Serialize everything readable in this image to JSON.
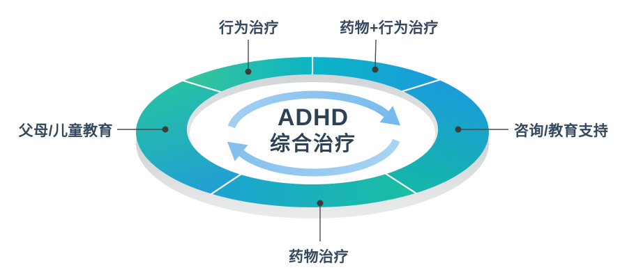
{
  "diagram": {
    "title": {
      "line1": "ADHD",
      "line2": "综合治疗"
    },
    "labels": {
      "behavior_therapy": "行为治疗",
      "medication_plus_behavior": "药物+行为治疗",
      "counseling_education_support": "咨询/教育支持",
      "medication_therapy": "药物治疗",
      "parent_child_education": "父母/儿童教育"
    },
    "segments": [
      {
        "label": "行为治疗",
        "position": "top-left"
      },
      {
        "label": "药物+行为治疗",
        "position": "top-right"
      },
      {
        "label": "咨询/教育支持",
        "position": "right"
      },
      {
        "label": "药物治疗",
        "position": "bottom"
      },
      {
        "label": "父母/儿童教育",
        "position": "left"
      }
    ],
    "colors": {
      "teal_green": "#2cc49b",
      "cyan": "#0cb5c6",
      "blue": "#1b9bdb",
      "arrow_light_blue": "#8cc5ef",
      "ring_side_gray": "#d9dbdc",
      "label_text": "#33475e",
      "center_text": "#2e4257",
      "callout_line": "#4a4a4a"
    }
  }
}
